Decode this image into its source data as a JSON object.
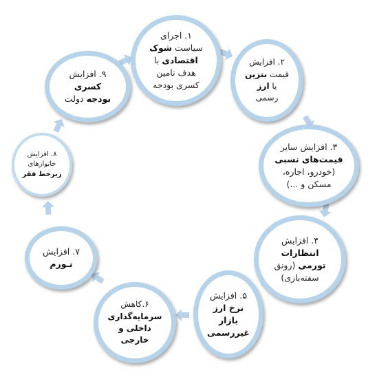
{
  "arrow_color": "#b8d2ea",
  "ring_color": "#b7d3ea",
  "nodes": [
    {
      "id": "n1",
      "lines": [
        [
          {
            "t": "۱. اجرای",
            "b": false
          }
        ],
        [
          {
            "t": "سیاست ",
            "b": false
          },
          {
            "t": "شوک",
            "b": true
          }
        ],
        [
          {
            "t": "اقتصادی",
            "b": true
          },
          {
            "t": " با",
            "b": false
          }
        ],
        [
          {
            "t": "هدف تامین",
            "b": false
          }
        ],
        [
          {
            "t": "کسری بودجه",
            "b": false
          }
        ]
      ]
    },
    {
      "id": "n2",
      "lines": [
        [
          {
            "t": "۲. افزایش",
            "b": false
          }
        ],
        [
          {
            "t": "قیمت ",
            "b": false
          },
          {
            "t": "بنزین",
            "b": true
          }
        ],
        [
          {
            "t": "یا ",
            "b": false
          },
          {
            "t": "ارز",
            "b": true
          }
        ],
        [
          {
            "t": "رسمی",
            "b": false
          }
        ]
      ]
    },
    {
      "id": "n3",
      "lines": [
        [
          {
            "t": "۳. افزایش سایر",
            "b": false
          }
        ],
        [
          {
            "t": "قیمت‌های نسبی",
            "b": true
          }
        ],
        [
          {
            "t": "(خودرو، اجاره،",
            "b": false
          }
        ],
        [
          {
            "t": "مسکن و ...)",
            "b": false
          }
        ]
      ]
    },
    {
      "id": "n4",
      "lines": [
        [
          {
            "t": "۴. افزایش",
            "b": false
          }
        ],
        [
          {
            "t": "انتظارات",
            "b": true
          }
        ],
        [
          {
            "t": "تورمی",
            "b": true
          },
          {
            "t": " (رونق",
            "b": false
          }
        ],
        [
          {
            "t": "سفته‌بازی)",
            "b": false
          }
        ]
      ]
    },
    {
      "id": "n5",
      "lines": [
        [
          {
            "t": "۵. افزایش",
            "b": false
          }
        ],
        [
          {
            "t": "نرخ ارز",
            "b": true
          }
        ],
        [
          {
            "t": "بازار",
            "b": true
          }
        ],
        [
          {
            "t": "غیررسمی",
            "b": true
          }
        ]
      ]
    },
    {
      "id": "n6",
      "lines": [
        [
          {
            "t": "۶.کاهش",
            "b": false
          }
        ],
        [
          {
            "t": "سرمایه‌گذاری",
            "b": true
          }
        ],
        [
          {
            "t": "داخلی و",
            "b": true
          }
        ],
        [
          {
            "t": "خارجی",
            "b": true
          }
        ]
      ]
    },
    {
      "id": "n7",
      "lines": [
        [
          {
            "t": "۷. افزایش",
            "b": false
          }
        ],
        [
          {
            "t": "تـورم",
            "b": true
          }
        ]
      ]
    },
    {
      "id": "n8",
      "lines": [
        [
          {
            "t": "۸. افزایش",
            "b": false
          }
        ],
        [
          {
            "t": "خانوارهای",
            "b": false
          }
        ],
        [
          {
            "t": "زیرخط فقر",
            "b": true
          }
        ]
      ]
    },
    {
      "id": "n9",
      "lines": [
        [
          {
            "t": "۹. افزایش",
            "b": false
          }
        ],
        [
          {
            "t": "کسری",
            "b": true
          }
        ],
        [
          {
            "t": "بودجه",
            "b": true
          },
          {
            "t": " دولت",
            "b": false
          }
        ]
      ]
    }
  ]
}
